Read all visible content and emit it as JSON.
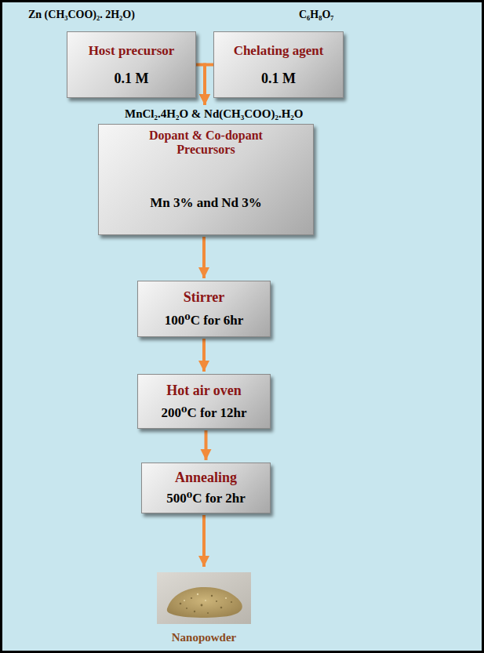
{
  "diagram": {
    "nodes": [
      {
        "text": [
          "Zn (CH₃COO)₂. 2H₂O)",
          "Host precursor",
          "0.1 M"
        ]
      },
      {
        "text": [
          "C₆H₈O₇",
          "Chelating agent",
          "0.1 M"
        ]
      },
      {
        "text": [
          "MnCl₂.4H₂O & Nd(CH₃COO)₂.H₂O",
          "Dopant & Co-dopant Precursors",
          "Mn 3% and Nd 3%"
        ]
      },
      {
        "text": [
          "Stirrer",
          "100⁰C for 6hr"
        ]
      },
      {
        "text": [
          "Hot air oven",
          "200⁰C for 12hr"
        ]
      },
      {
        "text": [
          "Annealing",
          "500⁰C for 2hr"
        ]
      },
      {
        "text": [
          "Nanopowder"
        ]
      }
    ],
    "edges": [
      {
        "from": 0,
        "to": 2,
        "arrow": "to"
      },
      {
        "from": 1,
        "to": 2,
        "arrow": "to"
      },
      {
        "from": 2,
        "to": 3,
        "arrow": "to"
      },
      {
        "from": 3,
        "to": 4,
        "arrow": "to"
      },
      {
        "from": 4,
        "to": 5,
        "arrow": "to"
      },
      {
        "from": 5,
        "to": 6,
        "arrow": "to"
      }
    ]
  }
}
